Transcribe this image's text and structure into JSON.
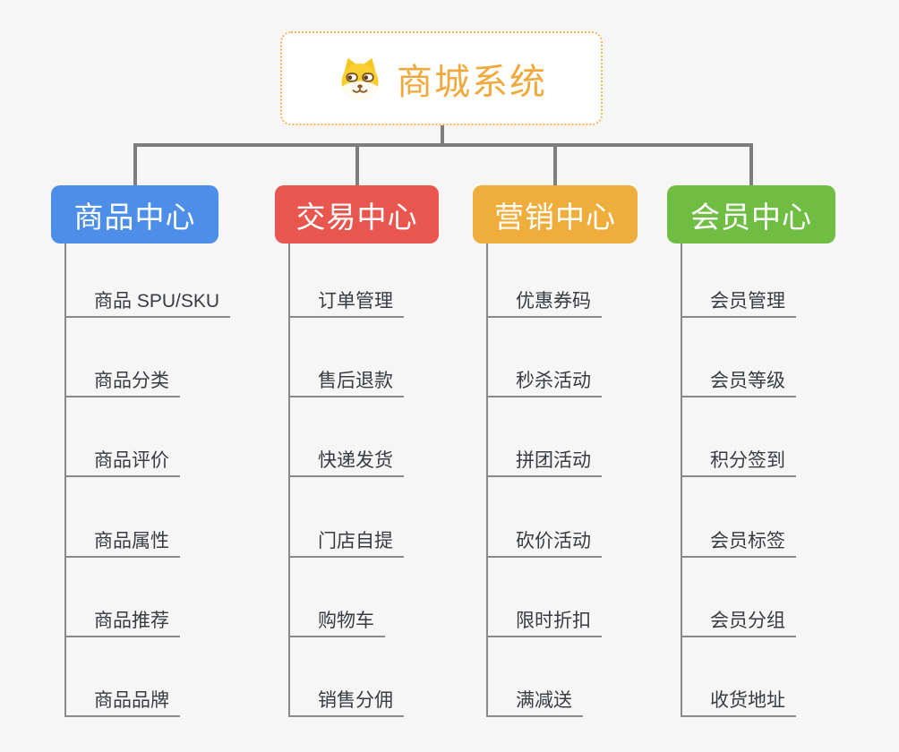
{
  "root": {
    "title": "商城系统",
    "icon": "dog-face-icon"
  },
  "branches": [
    {
      "label": "商品中心",
      "color": "#4D8FE8",
      "items": [
        "商品 SPU/SKU",
        "商品分类",
        "商品评价",
        "商品属性",
        "商品推荐",
        "商品品牌"
      ]
    },
    {
      "label": "交易中心",
      "color": "#E8564F",
      "items": [
        "订单管理",
        "售后退款",
        "快递发货",
        "门店自提",
        "购物车",
        "销售分佣"
      ]
    },
    {
      "label": "营销中心",
      "color": "#EFAE3C",
      "items": [
        "优惠券码",
        "秒杀活动",
        "拼团活动",
        "砍价活动",
        "限时折扣",
        "满减送"
      ]
    },
    {
      "label": "会员中心",
      "color": "#6FBE43",
      "items": [
        "会员管理",
        "会员等级",
        "积分签到",
        "会员标签",
        "会员分组",
        "收货地址"
      ]
    }
  ],
  "colors": {
    "connector": "#7E7E7E",
    "leaf_line": "#8A8A8A",
    "root_accent": "#F0A93C",
    "root_border": "#F3B45B",
    "background": "#F6F6F6"
  }
}
